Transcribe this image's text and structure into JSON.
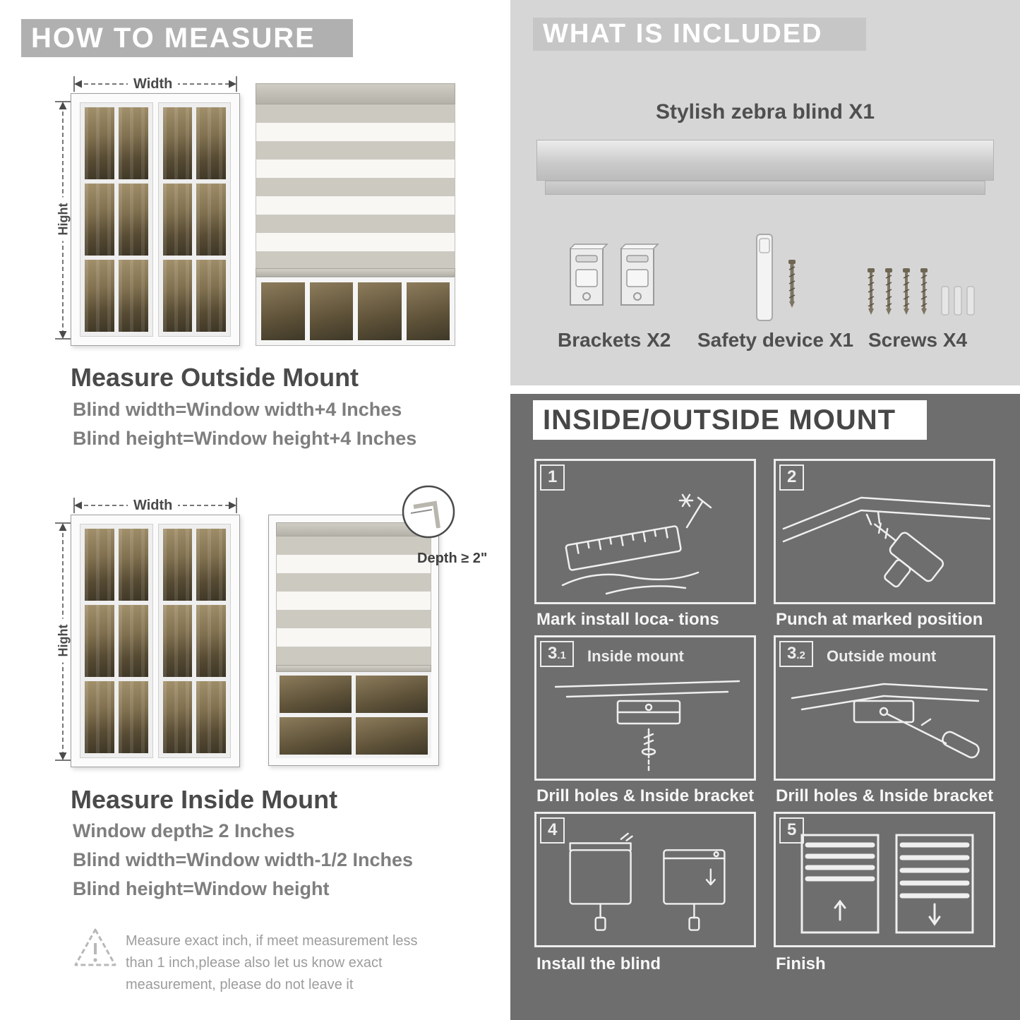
{
  "colors": {
    "banner_gray": "#b0b0b0",
    "included_banner_gray": "#c6c6c6",
    "panel_light": "#d6d6d6",
    "panel_dark": "#6e6e6e",
    "heading_text": "#4a4a4a",
    "body_text": "#7e7e7e",
    "stripe_gray": "#ccc9c1"
  },
  "left": {
    "header": "HOW TO MEASURE",
    "outside": {
      "width_label": "Width",
      "height_label": "Hight",
      "title": "Measure Outside Mount",
      "line1": "Blind width=Window width+4 Inches",
      "line2": "Blind height=Window height+4 Inches"
    },
    "inside": {
      "width_label": "Width",
      "height_label": "Hight",
      "depth_label": "Depth ≥ 2\"",
      "title": "Measure Inside Mount",
      "line1": "Window depth≥ 2 Inches",
      "line2": "Blind width=Window width-1/2 Inches",
      "line3": "Blind height=Window height"
    },
    "note": "Measure exact inch, if meet measurement less than 1 inch,please also let us know exact measurement, please do not leave it"
  },
  "included": {
    "header": "WHAT IS INCLUDED",
    "blind_label": "Stylish zebra blind X1",
    "items": [
      {
        "label": "Brackets X2"
      },
      {
        "label": "Safety device X1"
      },
      {
        "label": "Screws X4"
      }
    ]
  },
  "mount": {
    "header": "INSIDE/OUTSIDE MOUNT",
    "steps": [
      {
        "num_main": "1",
        "caption": "Mark install loca- tions"
      },
      {
        "num_main": "2",
        "caption": "Punch at  marked position"
      },
      {
        "num_main": "3",
        "num_sub": ".1",
        "label": "Inside mount",
        "caption": "Drill holes &  Inside bracket"
      },
      {
        "num_main": "3",
        "num_sub": ".2",
        "label": "Outside mount",
        "caption": "Drill holes &  Inside bracket"
      },
      {
        "num_main": "4",
        "caption": "Install the blind"
      },
      {
        "num_main": "5",
        "caption": "Finish"
      }
    ]
  }
}
